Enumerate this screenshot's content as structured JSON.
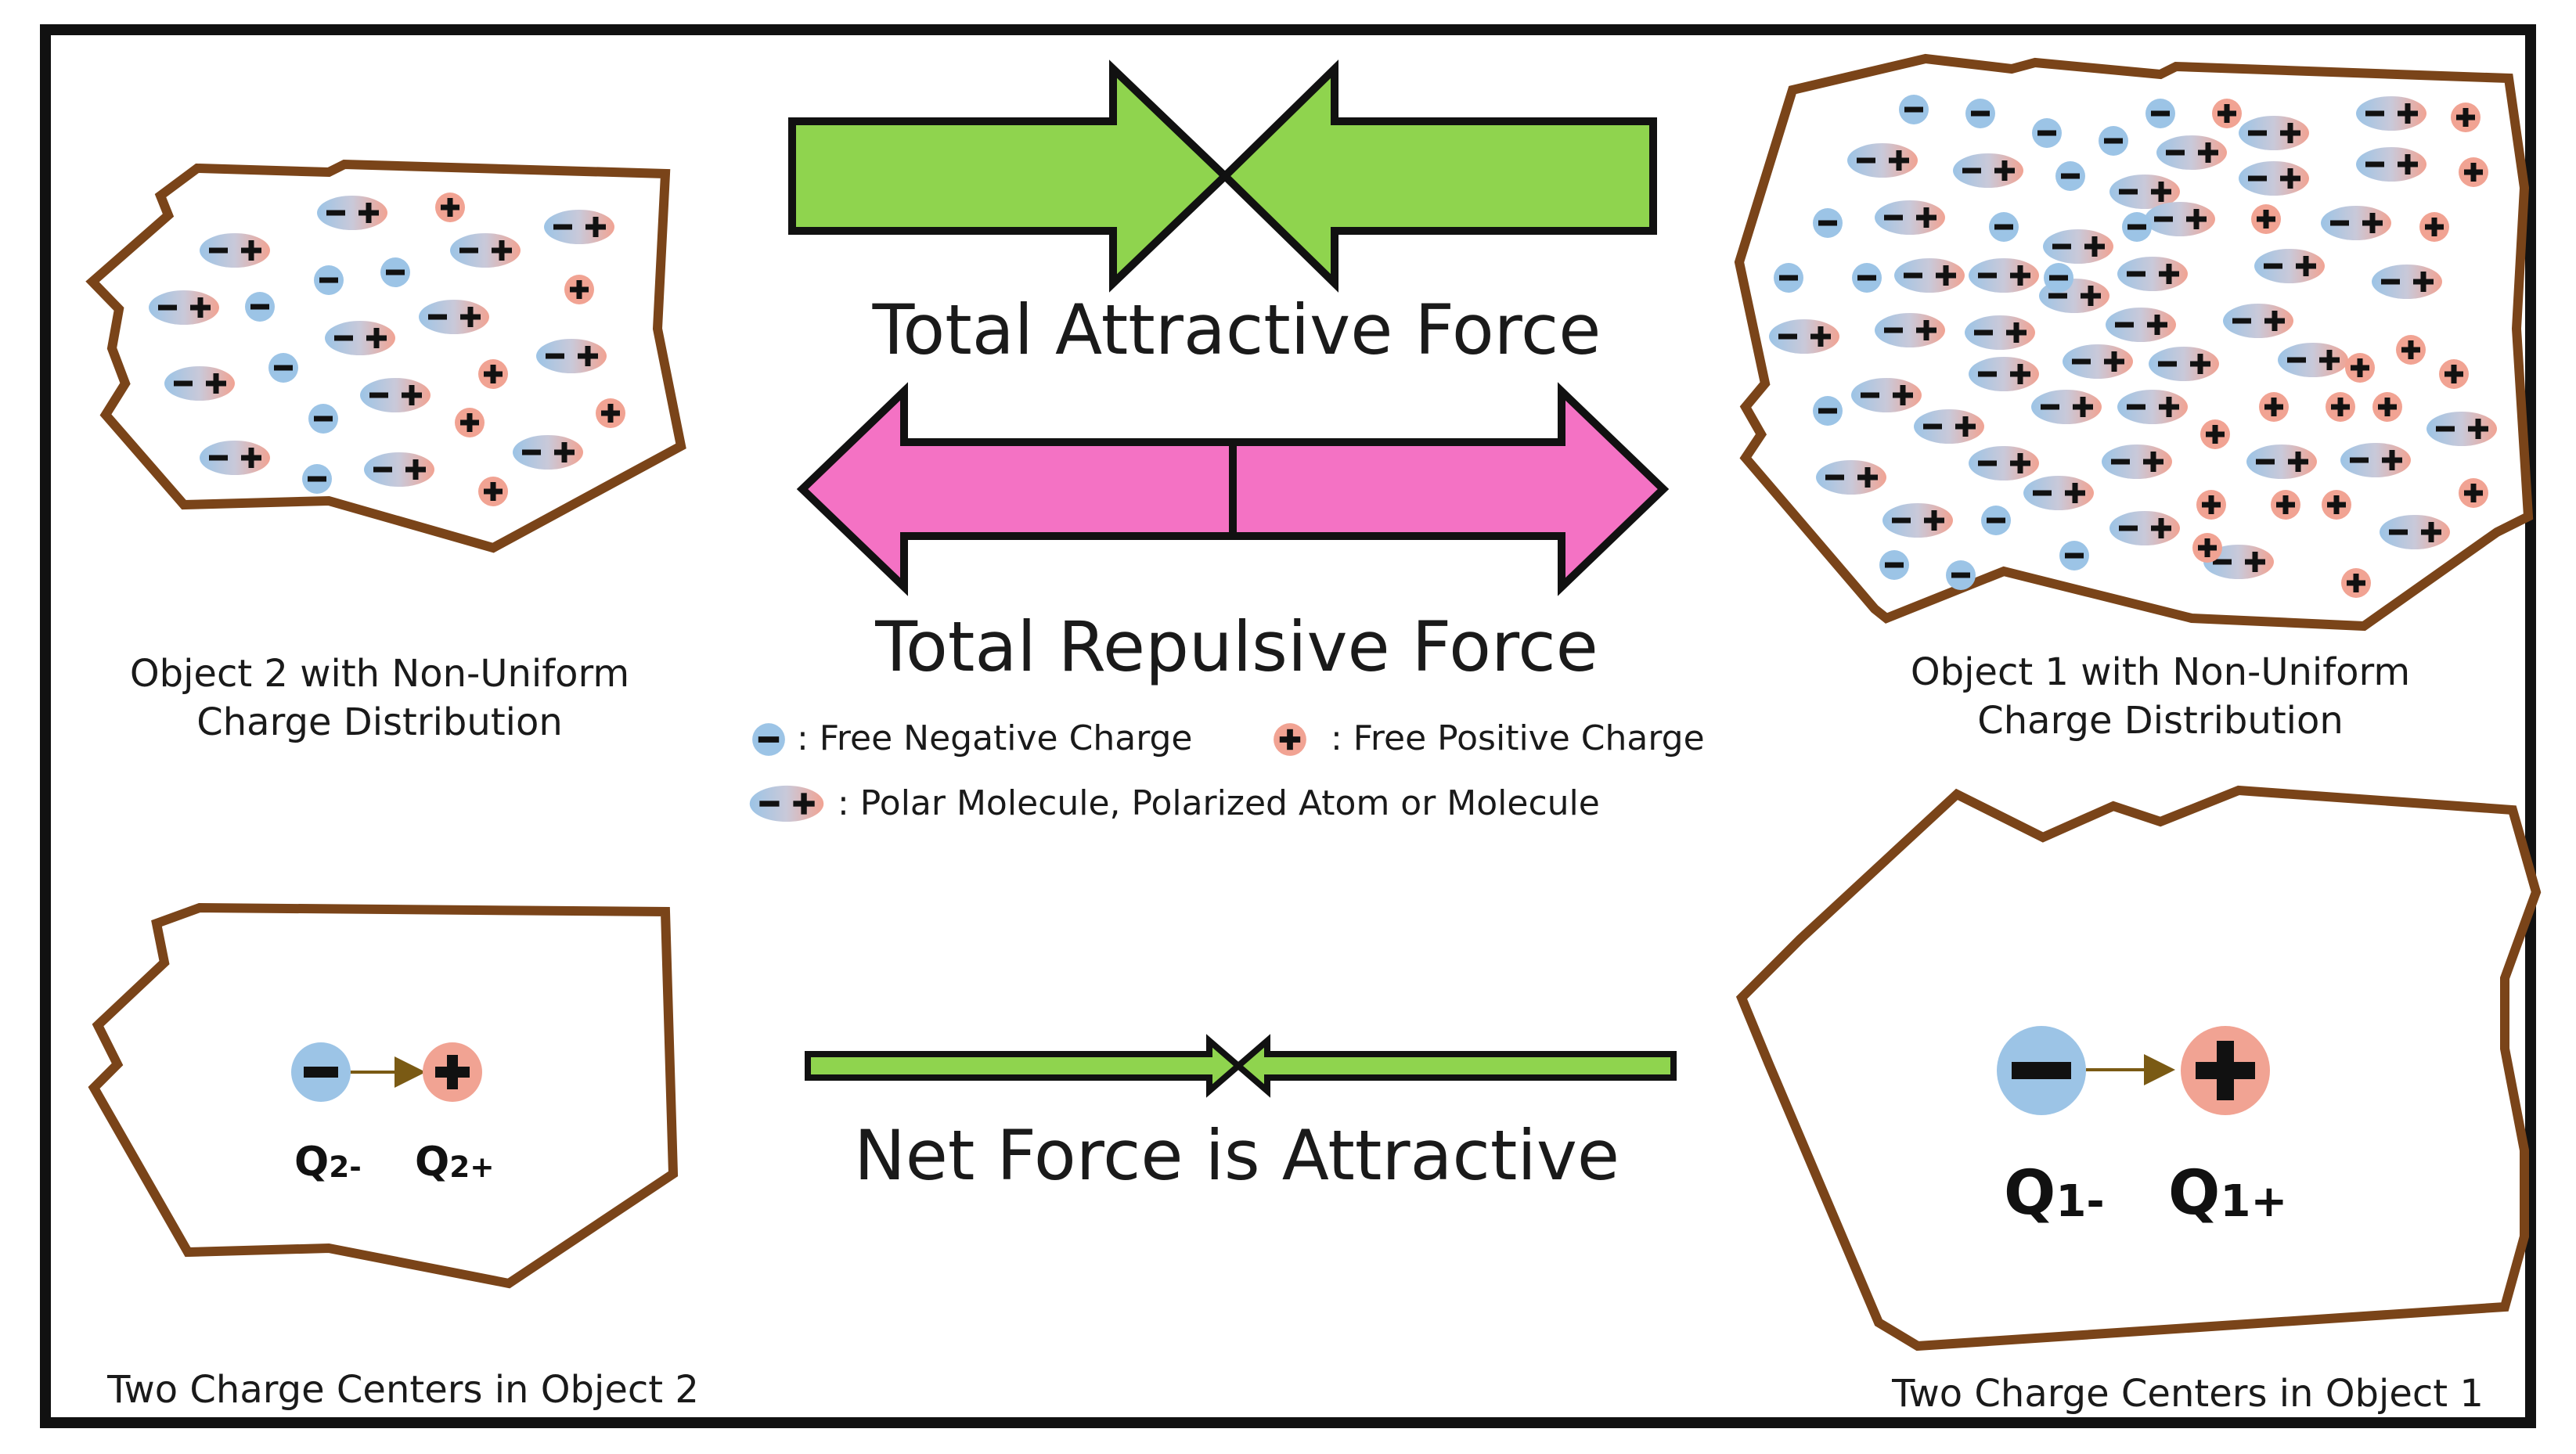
{
  "forces": {
    "attractive_label": "Total Attractive Force",
    "repulsive_label": "Total Repulsive Force",
    "net_label": "Net Force is Attractive"
  },
  "objects": {
    "object2_caption_line1": "Object 2 with Non-Uniform",
    "object2_caption_line2": "Charge Distribution",
    "object1_caption_line1": "Object 1 with Non-Uniform",
    "object1_caption_line2": "Charge Distribution",
    "object2_centers_caption": "Two Charge Centers in Object 2",
    "object1_centers_caption": "Two Charge Centers in Object 1"
  },
  "legend": {
    "negative": ": Free Negative Charge",
    "positive": ": Free Positive Charge",
    "polar": ": Polar Molecule, Polarized Atom or Molecule"
  },
  "charges": {
    "q2_neg": {
      "base": "Q",
      "sub": "2-"
    },
    "q2_pos": {
      "base": "Q",
      "sub": "2+"
    },
    "q1_neg": {
      "base": "Q",
      "sub": "1-"
    },
    "q1_pos": {
      "base": "Q",
      "sub": "1+"
    }
  },
  "colors": {
    "outline_brown": "#7a4419",
    "attract_green": "#8fd44e",
    "repulse_pink": "#f472c4",
    "negative_blue": "#9cc4e6",
    "positive_red": "#f1a393",
    "frame_black": "#111111"
  }
}
